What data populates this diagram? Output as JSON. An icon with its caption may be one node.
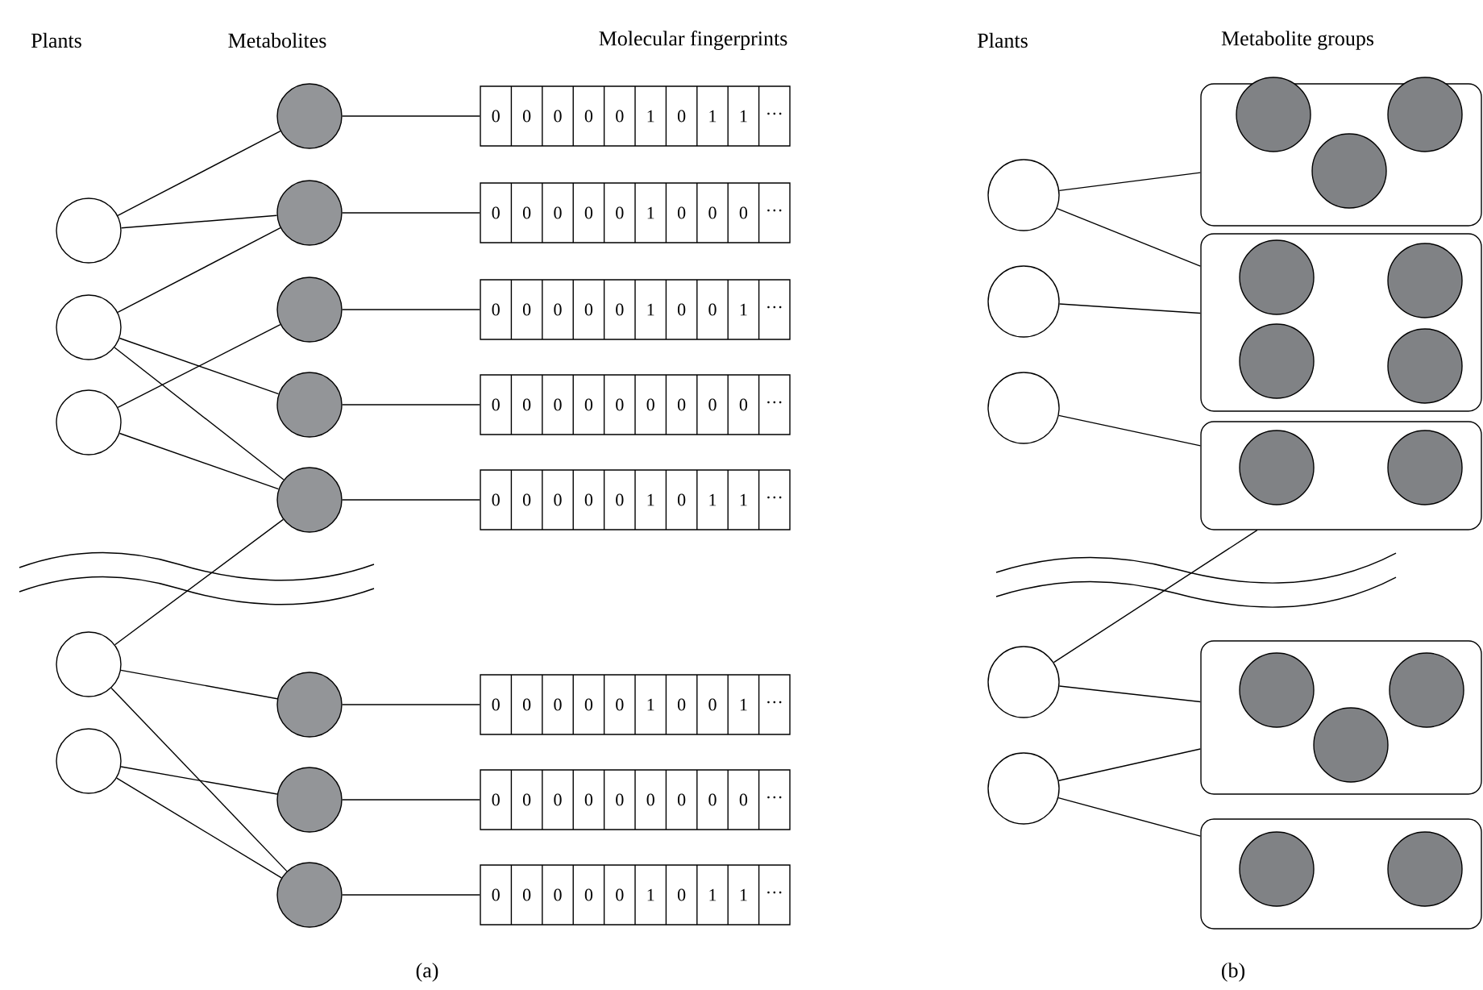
{
  "diagram": {
    "nodes": [
      {
        "text": [],
        "shape": "circle"
      },
      {
        "text": [],
        "shape": "circle"
      },
      {
        "text": [],
        "shape": "circle"
      },
      {
        "text": [],
        "shape": "circle"
      },
      {
        "text": [],
        "shape": "circle"
      },
      {
        "text": [],
        "shape": "circle"
      },
      {
        "text": [],
        "shape": "circle"
      },
      {
        "text": [],
        "shape": "circle"
      },
      {
        "text": [],
        "shape": "circle"
      },
      {
        "text": [],
        "shape": "circle"
      },
      {
        "text": [],
        "shape": "circle"
      },
      {
        "text": [],
        "shape": "circle"
      },
      {
        "text": [],
        "shape": "circle"
      },
      {
        "text": [
          "0",
          "0",
          "0",
          "0",
          "0",
          "1",
          "0",
          "1",
          "1",
          "···"
        ]
      },
      {
        "text": [
          "0",
          "0",
          "0",
          "0",
          "0",
          "1",
          "0",
          "0",
          "0",
          "···"
        ]
      },
      {
        "text": [
          "0",
          "0",
          "0",
          "0",
          "0",
          "1",
          "0",
          "0",
          "1",
          "···"
        ]
      },
      {
        "text": [
          "0",
          "0",
          "0",
          "0",
          "0",
          "0",
          "0",
          "0",
          "0",
          "···"
        ]
      },
      {
        "text": [
          "0",
          "0",
          "0",
          "0",
          "0",
          "1",
          "0",
          "1",
          "1",
          "···"
        ]
      },
      {
        "text": [
          "0",
          "0",
          "0",
          "0",
          "0",
          "1",
          "0",
          "0",
          "1",
          "···"
        ]
      },
      {
        "text": [
          "0",
          "0",
          "0",
          "0",
          "0",
          "0",
          "0",
          "0",
          "0",
          "···"
        ]
      },
      {
        "text": [
          "0",
          "0",
          "0",
          "0",
          "0",
          "1",
          "0",
          "1",
          "1",
          "···"
        ]
      },
      {
        "text": [],
        "shape": "circle"
      },
      {
        "text": [],
        "shape": "circle"
      },
      {
        "text": [],
        "shape": "circle"
      },
      {
        "text": [],
        "shape": "circle"
      },
      {
        "text": [],
        "shape": "circle"
      },
      {
        "text": [],
        "shape": "box"
      },
      {
        "text": [],
        "shape": "circle",
        "in": 26
      },
      {
        "text": [],
        "shape": "circle",
        "in": 26
      },
      {
        "text": [],
        "shape": "circle",
        "in": 26
      },
      {
        "text": [],
        "shape": "box"
      },
      {
        "text": [],
        "shape": "circle",
        "in": 30
      },
      {
        "text": [],
        "shape": "circle",
        "in": 30
      },
      {
        "text": [],
        "shape": "circle",
        "in": 30
      },
      {
        "text": [],
        "shape": "circle",
        "in": 30
      },
      {
        "text": [],
        "shape": "box"
      },
      {
        "text": [],
        "shape": "circle",
        "in": 35
      },
      {
        "text": [],
        "shape": "circle",
        "in": 35
      },
      {
        "text": [],
        "shape": "box"
      },
      {
        "text": [],
        "shape": "circle",
        "in": 38
      },
      {
        "text": [],
        "shape": "circle",
        "in": 38
      },
      {
        "text": [],
        "shape": "circle",
        "in": 38
      },
      {
        "text": [],
        "shape": "box"
      },
      {
        "text": [],
        "shape": "circle",
        "in": 42
      },
      {
        "text": [],
        "shape": "circle",
        "in": 42
      }
    ],
    "edges": [
      {
        "from": 0,
        "to": 5,
        "arrow": "none"
      },
      {
        "from": 0,
        "to": 6,
        "arrow": "none"
      },
      {
        "from": 1,
        "to": 6,
        "arrow": "none"
      },
      {
        "from": 1,
        "to": 8,
        "arrow": "none"
      },
      {
        "from": 1,
        "to": 9,
        "arrow": "none"
      },
      {
        "from": 2,
        "to": 7,
        "arrow": "none"
      },
      {
        "from": 2,
        "to": 9,
        "arrow": "none"
      },
      {
        "from": 3,
        "to": 9,
        "arrow": "none"
      },
      {
        "from": 3,
        "to": 10,
        "arrow": "none"
      },
      {
        "from": 3,
        "to": 12,
        "arrow": "none"
      },
      {
        "from": 4,
        "to": 11,
        "arrow": "none"
      },
      {
        "from": 4,
        "to": 12,
        "arrow": "none"
      },
      {
        "from": 5,
        "to": 13,
        "arrow": "none"
      },
      {
        "from": 6,
        "to": 14,
        "arrow": "none"
      },
      {
        "from": 7,
        "to": 15,
        "arrow": "none"
      },
      {
        "from": 8,
        "to": 16,
        "arrow": "none"
      },
      {
        "from": 9,
        "to": 17,
        "arrow": "none"
      },
      {
        "from": 10,
        "to": 18,
        "arrow": "none"
      },
      {
        "from": 11,
        "to": 19,
        "arrow": "none"
      },
      {
        "from": 12,
        "to": 20,
        "arrow": "none"
      },
      {
        "from": 21,
        "to": 26,
        "arrow": "none"
      },
      {
        "from": 21,
        "to": 30,
        "arrow": "none"
      },
      {
        "from": 22,
        "to": 30,
        "arrow": "none"
      },
      {
        "from": 23,
        "to": 35,
        "arrow": "none"
      },
      {
        "from": 24,
        "to": 35,
        "arrow": "none"
      },
      {
        "from": 24,
        "to": 38,
        "arrow": "none"
      },
      {
        "from": 25,
        "to": 38,
        "arrow": "none"
      },
      {
        "from": 25,
        "to": 42,
        "arrow": "none"
      }
    ],
    "labels": [
      "Plants",
      "Metabolites",
      "Molecular fingerprints",
      "Plants",
      "Metabolite groups",
      "(a)",
      "(b)"
    ]
  }
}
